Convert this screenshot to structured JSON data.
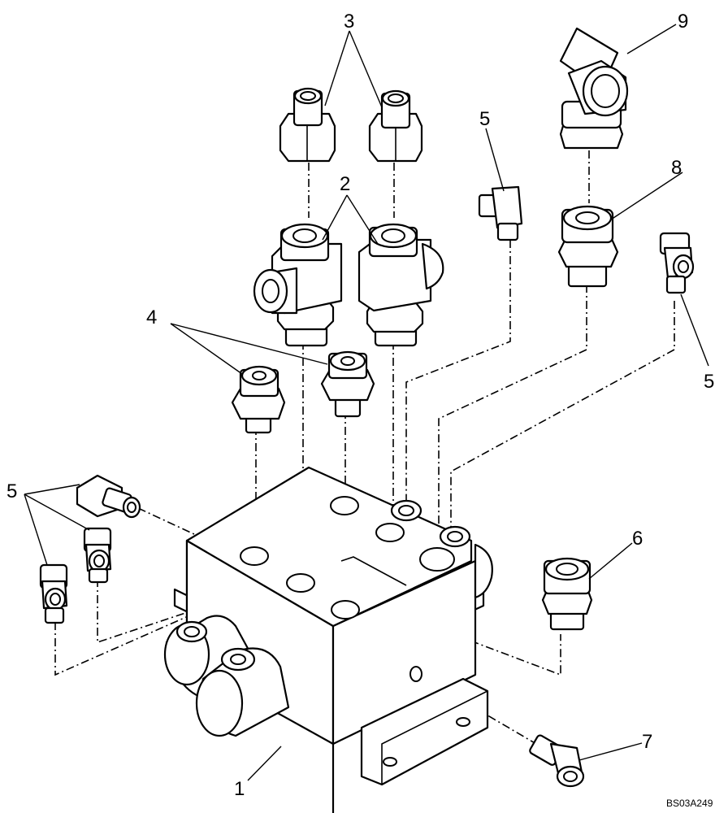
{
  "callouts": {
    "c1": "1",
    "c2": "2",
    "c3": "3",
    "c4": "4",
    "c5a": "5",
    "c5b": "5",
    "c5c": "5",
    "c6": "6",
    "c7": "7",
    "c8": "8",
    "c9": "9"
  },
  "drawing_code": "BS03A249"
}
